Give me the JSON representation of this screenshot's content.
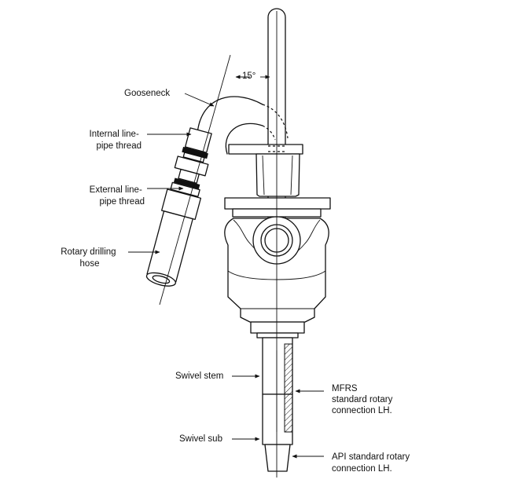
{
  "labels": {
    "gooseneck": "Gooseneck",
    "angle": "15°",
    "internal_thread": [
      "Internal line-",
      "pipe thread"
    ],
    "external_thread": [
      "External line-",
      "pipe thread"
    ],
    "hose": [
      "Rotary drilling",
      "hose"
    ],
    "swivel_stem": "Swivel stem",
    "swivel_sub": "Swivel sub",
    "mfrs": [
      "MFRS",
      "standard rotary",
      "connection LH."
    ],
    "api": [
      "API standard rotary",
      "connection LH."
    ]
  }
}
